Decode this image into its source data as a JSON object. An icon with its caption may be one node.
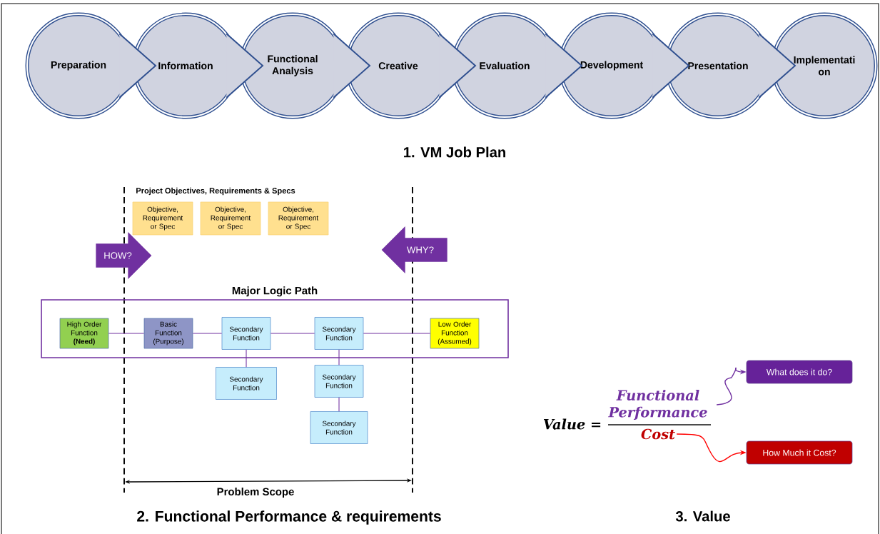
{
  "diagram": {
    "nodes": [
      {
        "text": [
          "Preparation"
        ]
      },
      {
        "text": [
          "Information"
        ]
      },
      {
        "text": [
          "Functional Analysis"
        ]
      },
      {
        "text": [
          "Creative"
        ]
      },
      {
        "text": [
          "Evaluation"
        ]
      },
      {
        "text": [
          "Development"
        ]
      },
      {
        "text": [
          "Presentation"
        ]
      },
      {
        "text": [
          "Implementati on"
        ]
      },
      {
        "text": [
          "Major Logic Path"
        ]
      },
      {
        "text": [
          "High Order Function **(Need)**"
        ],
        "in": 8
      },
      {
        "text": [
          "Basic Function (Purpose)"
        ],
        "in": 8
      },
      {
        "text": [
          "Secondary Function"
        ],
        "in": 8
      },
      {
        "text": [
          "Secondary Function"
        ],
        "in": 8
      },
      {
        "text": [
          "Low Order Function (Assumed)"
        ],
        "in": 8
      },
      {
        "text": [
          "Secondary Function"
        ]
      },
      {
        "text": [
          "Secondary Function"
        ]
      },
      {
        "text": [
          "Secondary Function"
        ]
      },
      {
        "text": [
          "Objective, Requirement or Spec"
        ]
      },
      {
        "text": [
          "Objective, Requirement or Spec"
        ]
      },
      {
        "text": [
          "Objective, Requirement or Spec"
        ]
      },
      {
        "text": [
          "HOW?"
        ]
      },
      {
        "text": [
          "WHY?"
        ]
      },
      {
        "text": [
          "What does it do?"
        ]
      },
      {
        "text": [
          "How Much it Cost?"
        ]
      },
      {
        "text": [
          "Functional Performance"
        ]
      },
      {
        "text": [
          "Cost"
        ]
      }
    ],
    "edges": [
      {
        "from": 9,
        "to": 10,
        "arrow": "none",
        "color": "#7030a0"
      },
      {
        "from": 10,
        "to": 11,
        "arrow": "none",
        "color": "#7030a0"
      },
      {
        "from": 11,
        "to": 12,
        "arrow": "none",
        "color": "#7030a0"
      },
      {
        "from": 12,
        "to": 13,
        "arrow": "none",
        "color": "#7030a0"
      },
      {
        "from": 11,
        "to": 14,
        "arrow": "none",
        "color": "#7030a0"
      },
      {
        "from": 12,
        "to": 15,
        "arrow": "none",
        "color": "#7030a0"
      },
      {
        "from": 15,
        "to": 16,
        "arrow": "none",
        "color": "#7030a0"
      },
      {
        "from": 24,
        "to": 22,
        "arrow": "to",
        "color": "#7030a0"
      },
      {
        "from": 25,
        "to": 23,
        "arrow": "to",
        "color": "#ff0000"
      }
    ],
    "labels": [
      "1. VM Job Plan",
      "Project Objectives, Requirements & Specs",
      "Problem Scope",
      "2. Functional Performance & requirements",
      "Value =",
      "3. Value"
    ]
  }
}
